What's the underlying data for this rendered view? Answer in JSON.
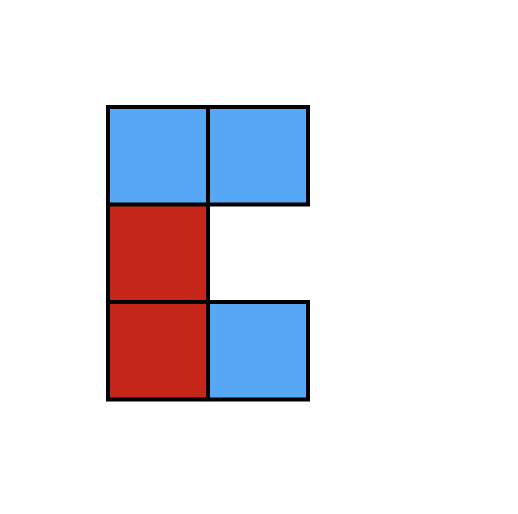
{
  "colors": {
    "blue": "#56a8f5",
    "red": "#c4271a",
    "outline": "#000000",
    "background": "#ffffff"
  },
  "grid": {
    "rows": 3,
    "cols": 2,
    "cells": [
      {
        "row": 0,
        "col": 0,
        "color": "blue"
      },
      {
        "row": 0,
        "col": 1,
        "color": "blue"
      },
      {
        "row": 1,
        "col": 0,
        "color": "red"
      },
      {
        "row": 2,
        "col": 0,
        "color": "red"
      },
      {
        "row": 2,
        "col": 1,
        "color": "blue"
      }
    ]
  }
}
